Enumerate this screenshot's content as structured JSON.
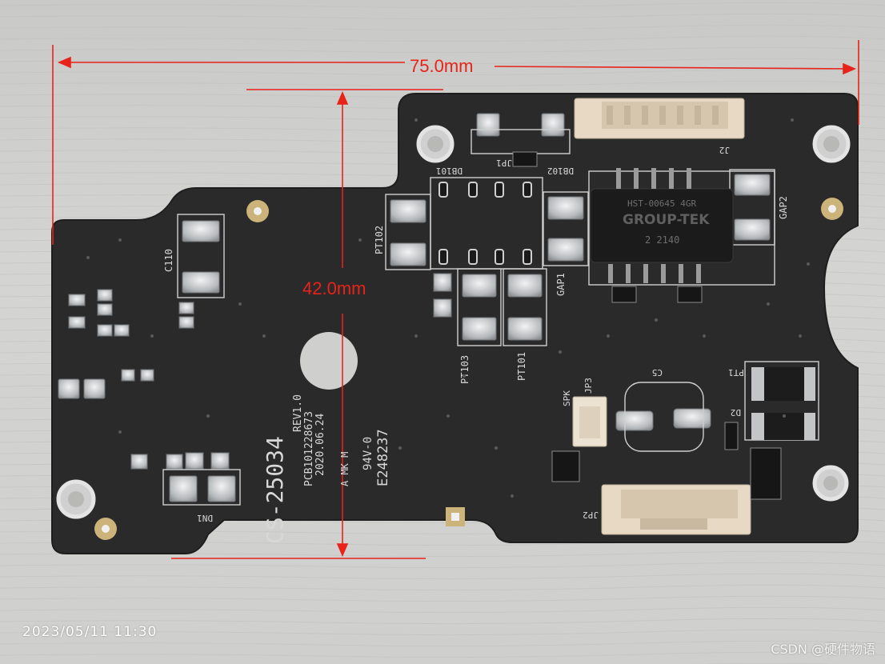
{
  "photo": {
    "timestamp": "2023/05/11 11:30",
    "watermark": "CSDN @硬件物语"
  },
  "measurements": {
    "width_label": "75.0mm",
    "height_label": "42.0mm"
  },
  "silkscreen": {
    "board_id": "CS-25034",
    "rev": "REV1.0",
    "pcb_number": "PCB101228673",
    "date": "2020.06.24",
    "ul_mark": "A MK M",
    "rating": "94V-0",
    "ul_file": "E248237",
    "refs": [
      "C110",
      "PT102",
      "DB101",
      "DB102",
      "JP1",
      "GAP1",
      "GAP2",
      "PT103",
      "PT101",
      "C5",
      "JP3",
      "SPK",
      "PT1",
      "D2",
      "JP2",
      "DN1",
      "J2"
    ]
  },
  "transformer": {
    "part": "HST-00645 4GR",
    "brand": "GROUP-TEK",
    "code": "2 2140"
  },
  "colors": {
    "board": "#2a2a2b",
    "pad": "#bfc2c4",
    "measure_line": "#e8231a",
    "connector": "#e8d9c4"
  }
}
